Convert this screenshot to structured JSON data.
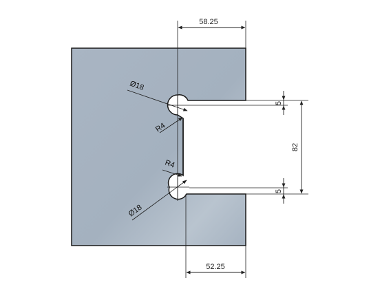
{
  "colors": {
    "background": "#ffffff",
    "glass": "#a7b4c2",
    "glass_highlight": "#c6d0da",
    "outline": "#1a1a1a",
    "dimension": "#222222"
  },
  "dimensions": {
    "top_width": "58.25",
    "bottom_width": "52.25",
    "slot_spacing": "82",
    "top_slot_offset": "5",
    "bottom_slot_offset": "5"
  },
  "labels": {
    "top_hole_diameter": "Ø18",
    "bottom_hole_diameter": "Ø18",
    "top_radius": "R4",
    "bottom_radius": "R4"
  }
}
